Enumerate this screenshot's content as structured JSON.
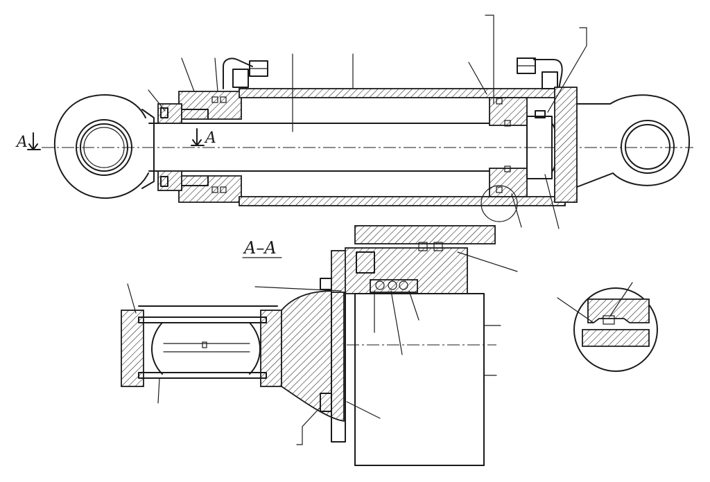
{
  "drawing": {
    "section_marker_left": "A",
    "section_marker_right": "A",
    "section_title": "A–A"
  },
  "colors": {
    "ink": "#1a1a1a",
    "paper": "#ffffff"
  }
}
